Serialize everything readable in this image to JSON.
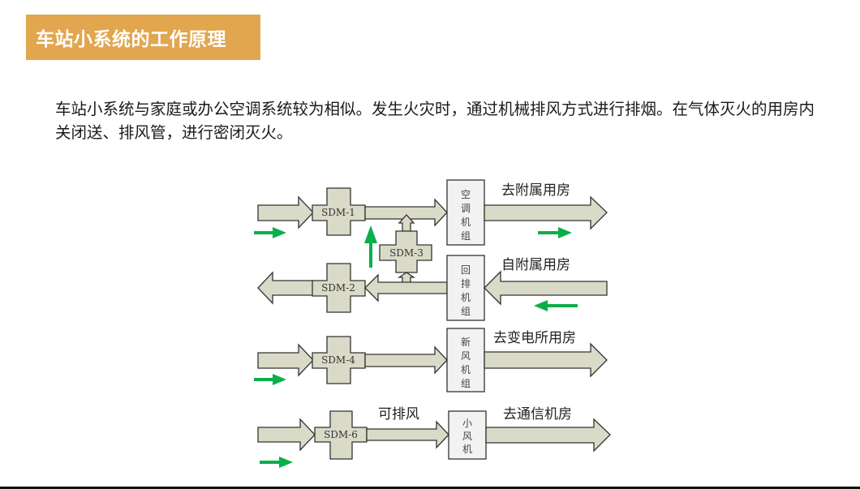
{
  "header": {
    "title": "车站小系统的工作原理"
  },
  "description": {
    "text": "车站小系统与家庭或办公空调系统较为相似。发生火灾时，通过机械排风方式进行排烟。在气体灭火的用房内关闭送、排风管，进行密闭灭火。"
  },
  "diagram": {
    "colors": {
      "pipe_fill": "#dadac8",
      "pipe_stroke": "#333333",
      "unit_fill": "#f2f2f2",
      "flow_arrow": "#0aaf4a",
      "title_bg": "#e2a64f"
    },
    "dampers": [
      "SDM-1",
      "SDM-2",
      "SDM-3",
      "SDM-4",
      "SDM-6"
    ],
    "units": [
      {
        "label": [
          "空",
          "调",
          "机",
          "组"
        ],
        "name": "空调机组"
      },
      {
        "label": [
          "回",
          "排",
          "机",
          "组"
        ],
        "name": "回排机组"
      },
      {
        "label": [
          "新",
          "风",
          "机",
          "组"
        ],
        "name": "新风机组"
      },
      {
        "label": [
          "小",
          "风",
          "机"
        ],
        "name": "小风机"
      }
    ],
    "destinations": [
      "去附属用房",
      "自附属用房",
      "去变电所用房",
      "去通信机房"
    ],
    "annotation": "可排风"
  }
}
